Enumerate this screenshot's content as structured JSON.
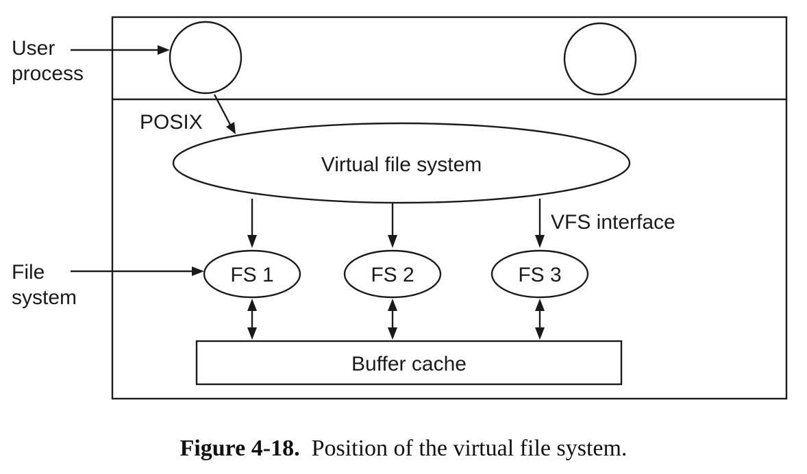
{
  "diagram": {
    "user_process_label": [
      "User",
      "process"
    ],
    "file_system_label": [
      "File",
      "system"
    ],
    "posix_label": "POSIX",
    "vfs_label": "Virtual file system",
    "vfs_interface_label": "VFS interface",
    "fs_nodes": [
      "FS 1",
      "FS 2",
      "FS 3"
    ],
    "buffer_cache_label": "Buffer cache"
  },
  "caption": {
    "number": "Figure 4-18.",
    "text": "Position of the virtual file system."
  }
}
